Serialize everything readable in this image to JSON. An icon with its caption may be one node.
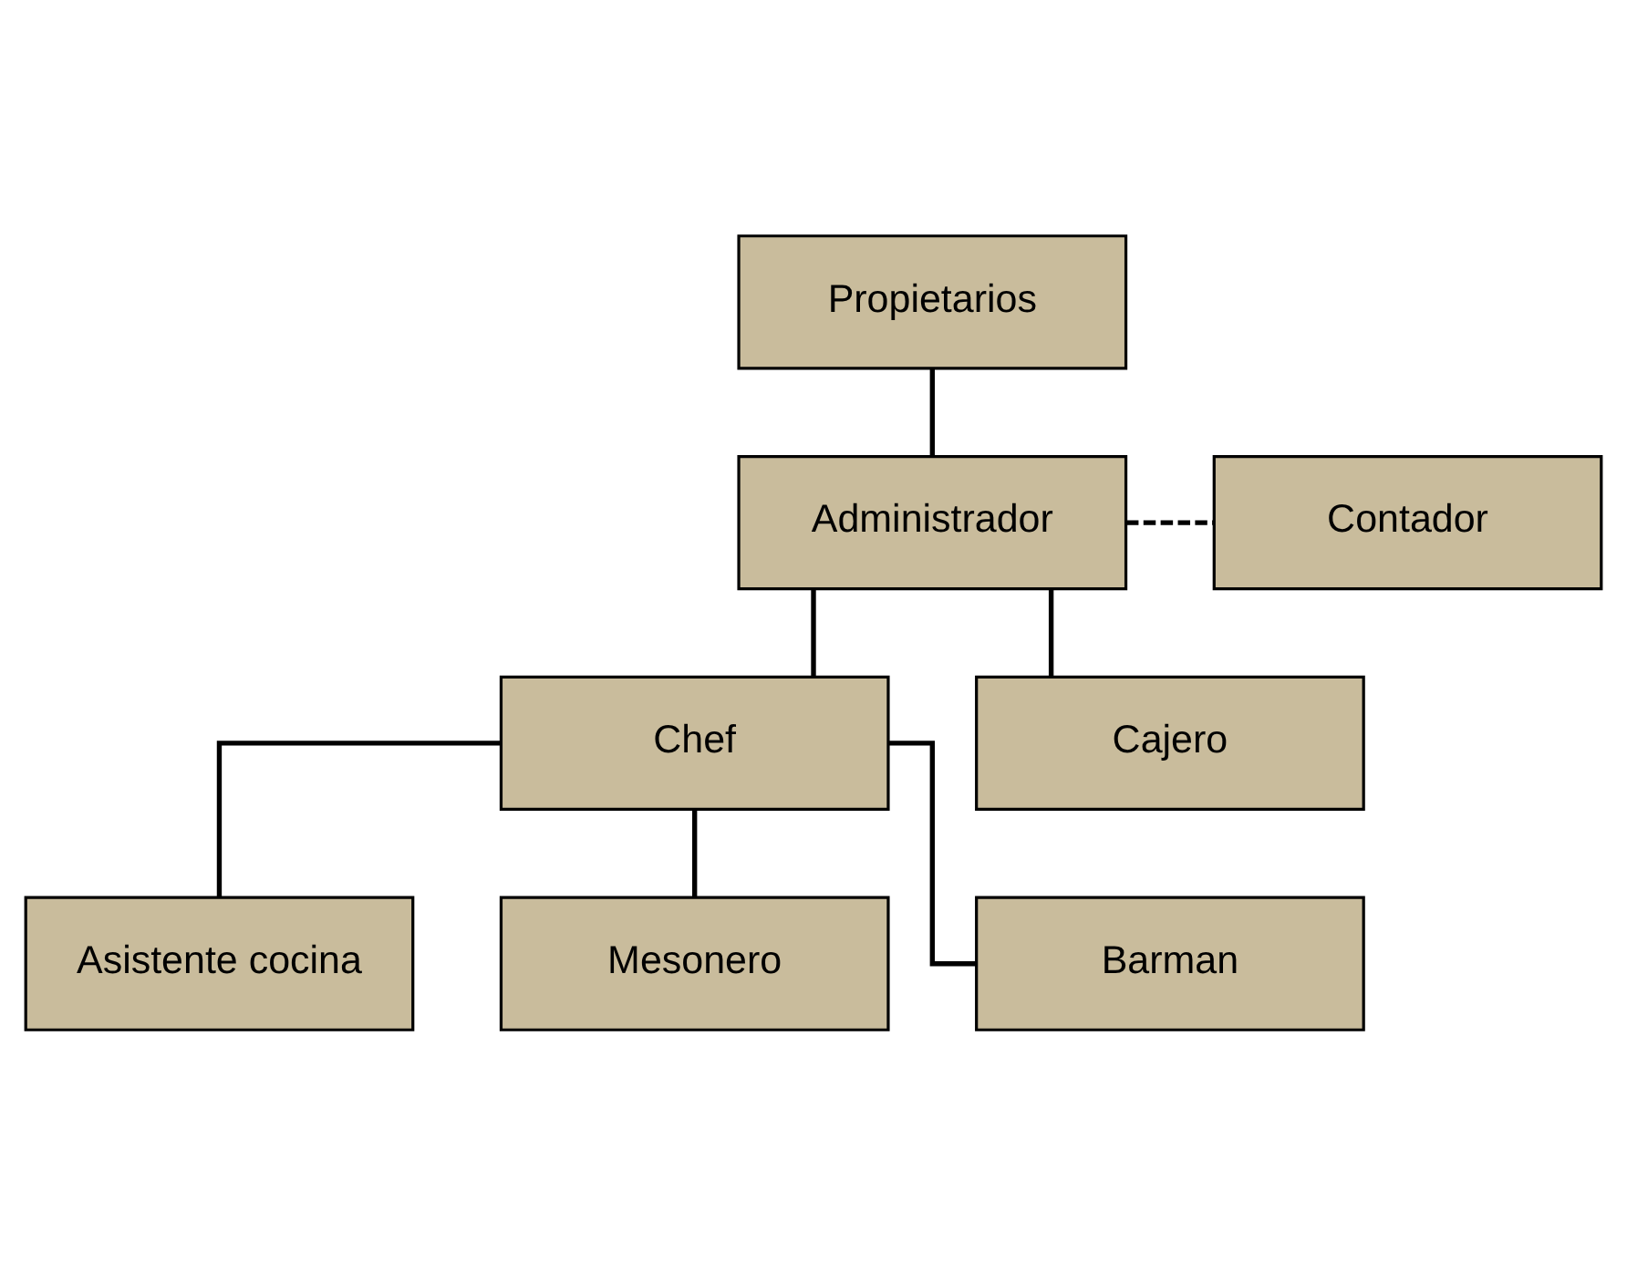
{
  "diagram": {
    "nodes": [
      {
        "text": [
          "Propietarios"
        ]
      },
      {
        "text": [
          "Administrador"
        ]
      },
      {
        "text": [
          "Contador"
        ]
      },
      {
        "text": [
          "Chef"
        ]
      },
      {
        "text": [
          "Cajero"
        ]
      },
      {
        "text": [
          "Asistente cocina"
        ]
      },
      {
        "text": [
          "Mesonero"
        ]
      },
      {
        "text": [
          "Barman"
        ]
      }
    ],
    "edges": [
      {
        "from": 0,
        "to": 1,
        "arrow": "none"
      },
      {
        "from": 1,
        "to": 2,
        "arrow": "none",
        "style": "dashed"
      },
      {
        "from": 1,
        "to": 3,
        "arrow": "none"
      },
      {
        "from": 1,
        "to": 4,
        "arrow": "none"
      },
      {
        "from": 3,
        "to": 5,
        "arrow": "none"
      },
      {
        "from": 3,
        "to": 6,
        "arrow": "none"
      },
      {
        "from": 3,
        "to": 7,
        "arrow": "none"
      }
    ]
  }
}
